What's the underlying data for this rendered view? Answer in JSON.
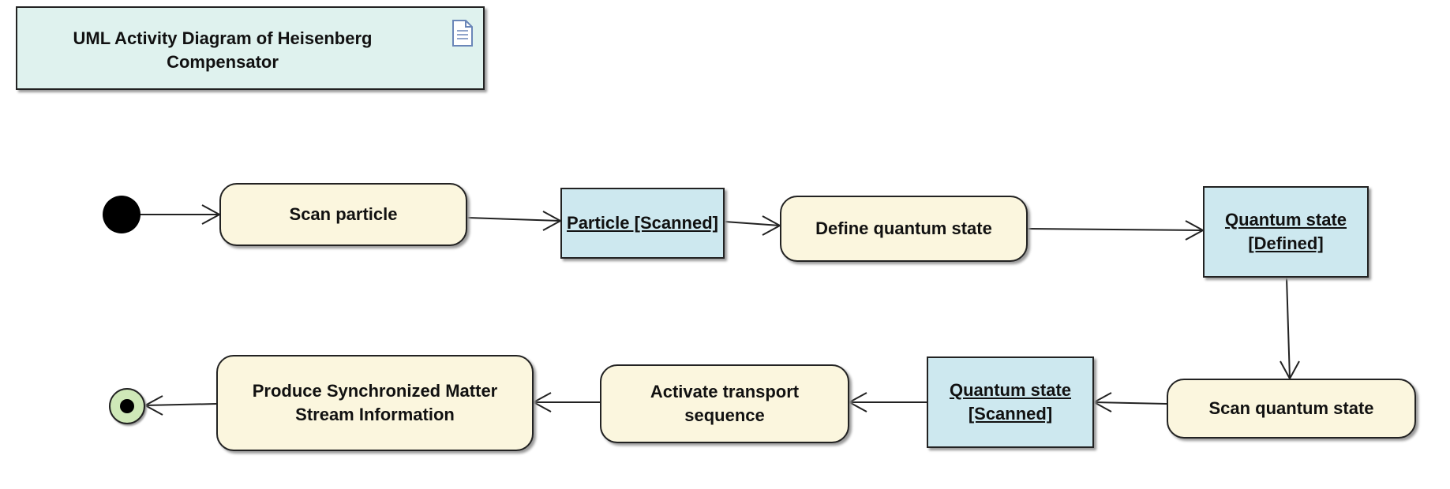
{
  "note": {
    "title": "UML Activity Diagram of Heisenberg\nCompensator",
    "icon": "document-icon"
  },
  "actions": {
    "scan_particle": "Scan particle",
    "define_quantum_state": "Define quantum state",
    "scan_quantum_state": "Scan quantum state",
    "activate_transport": "Activate transport\nsequence",
    "produce_stream": "Produce Synchronized Matter\nStream Information"
  },
  "objects": {
    "particle_scanned": "Particle [Scanned]",
    "quantum_state_defined": "Quantum state\n[Defined]",
    "quantum_state_scanned": "Quantum state\n[Scanned]"
  },
  "colors": {
    "note_fill": "#dff2ee",
    "action_fill": "#fbf6de",
    "object_fill": "#cde8ef",
    "final_fill": "#cfe8b8"
  }
}
